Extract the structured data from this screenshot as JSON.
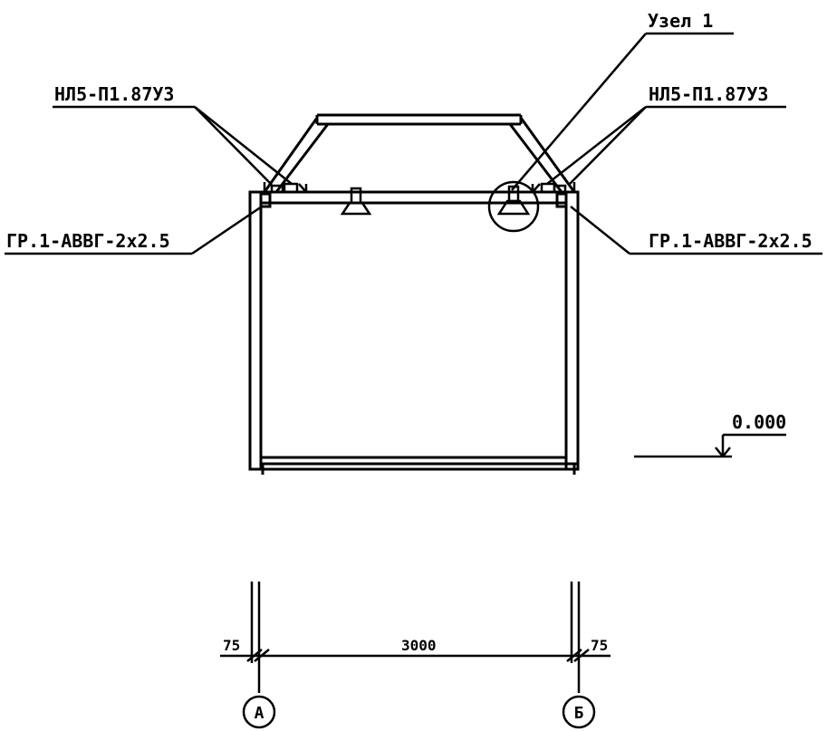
{
  "labels": {
    "node": "Узел 1",
    "lamp_left": "НЛ5-П1.87У3",
    "lamp_right": "НЛ5-П1.87У3",
    "cable_left": "ГР.1-АВВГ-2х2.5",
    "cable_right": "ГР.1-АВВГ-2х2.5",
    "elevation": "0.000"
  },
  "dimensions": {
    "left_offset": "75",
    "span": "3000",
    "right_offset": "75"
  },
  "axes": {
    "left": "А",
    "right": "Б"
  }
}
